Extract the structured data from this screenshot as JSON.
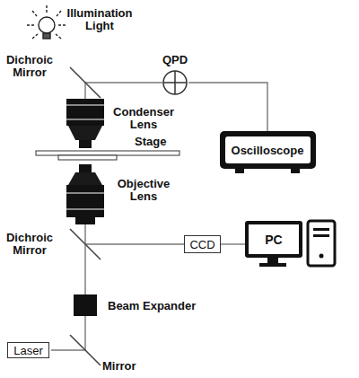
{
  "diagram": {
    "nodes": [
      {
        "text": [
          "QPD"
        ]
      },
      {
        "text": [
          "Oscilloscope"
        ]
      },
      {
        "text": [
          "CCD"
        ]
      },
      {
        "text": [
          "PC"
        ]
      },
      {
        "text": [
          "Beam Expander"
        ]
      },
      {
        "text": [
          "Laser"
        ]
      }
    ],
    "edges": [
      {
        "from": 0,
        "to": 1,
        "arrow": "none"
      },
      {
        "from": 2,
        "to": 3,
        "arrow": "none"
      }
    ],
    "labels": [
      "Illumination Light",
      "Dichroic Mirror",
      "Condenser Lens",
      "Stage",
      "Objective Lens",
      "Dichroic Mirror",
      "Mirror"
    ]
  }
}
